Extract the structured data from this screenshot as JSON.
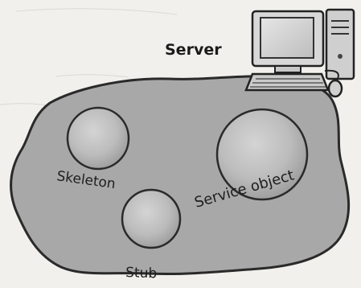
{
  "server_label": "Server",
  "objects": {
    "skeleton": "Skeleton",
    "stub": "Stub",
    "service_object": "Service object"
  },
  "icons": [
    "desktop-computer-icon",
    "keyboard-icon",
    "mouse-icon"
  ],
  "colors": {
    "background": "#f1f0ec",
    "blob_fill": "#a6a6a6",
    "sphere_fill": "#bdbdbd",
    "outline": "#2a2a2a"
  }
}
